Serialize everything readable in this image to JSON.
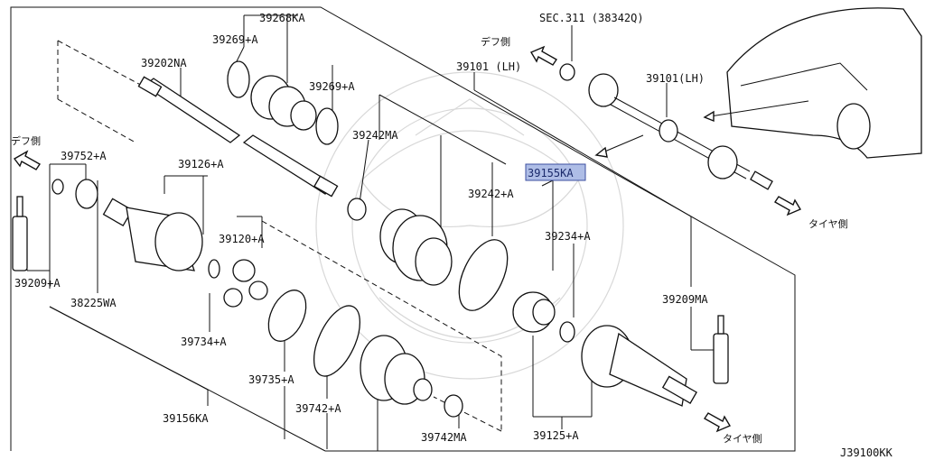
{
  "diagram_code": "J39100KK",
  "labels": {
    "p39268KA": "39268KA",
    "p39269A_top": "39269+A",
    "p39269A_right": "39269+A",
    "p39202NA": "39202NA",
    "p39242MA": "39242MA",
    "p39126A": "39126+A",
    "p39752A": "39752+A",
    "p39120A": "39120+A",
    "p39242A": "39242+A",
    "p39155KA": "39155KA",
    "p39234A": "39234+A",
    "p39209A": "39209+A",
    "p38225WA": "38225WA",
    "p39734A": "39734+A",
    "p39735A": "39735+A",
    "p39742A": "39742+A",
    "p39156KA": "39156KA",
    "p39742MA": "39742MA",
    "p39125A": "39125+A",
    "p39209MA": "39209MA",
    "p39101LH_main": "39101 (LH)",
    "p39101LH_inset": "39101(LH)",
    "sec311": "SEC.311 (38342Q)"
  },
  "directions": {
    "diff_left": "デフ側",
    "diff_top": "デフ側",
    "tire_right": "タイヤ側",
    "tire_bottom": "タイヤ側"
  },
  "highlight": {
    "part": "39155KA",
    "color": "#aebde6"
  }
}
